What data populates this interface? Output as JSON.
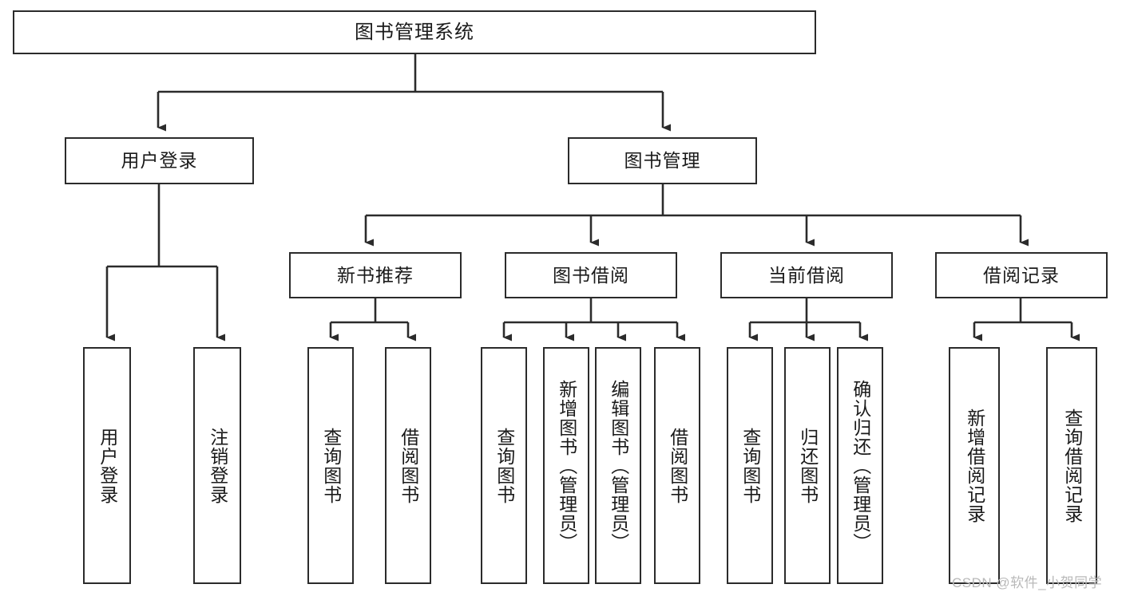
{
  "diagram": {
    "title": "图书管理系统",
    "type": "hierarchy-tree",
    "orientation": "top-down",
    "colors": {
      "box_border": "#2b2b2b",
      "box_fill": "#ffffff",
      "edge": "#2b2b2b",
      "watermark": "#b9b9b9",
      "background": "#ffffff"
    },
    "levels": [
      {
        "level": 1,
        "nodes": [
          {
            "id": "root",
            "label": "图书管理系统",
            "text_direction": "horizontal"
          }
        ]
      },
      {
        "level": 2,
        "nodes": [
          {
            "id": "user-login",
            "label": "用户登录",
            "text_direction": "horizontal",
            "parent": "root"
          },
          {
            "id": "book-manage",
            "label": "图书管理",
            "text_direction": "horizontal",
            "parent": "root"
          }
        ]
      },
      {
        "level": 3,
        "nodes": [
          {
            "id": "new-book-rec",
            "label": "新书推荐",
            "text_direction": "horizontal",
            "parent": "book-manage"
          },
          {
            "id": "book-borrow",
            "label": "图书借阅",
            "text_direction": "horizontal",
            "parent": "book-manage"
          },
          {
            "id": "current-borrow",
            "label": "当前借阅",
            "text_direction": "horizontal",
            "parent": "book-manage"
          },
          {
            "id": "borrow-record",
            "label": "借阅记录",
            "text_direction": "horizontal",
            "parent": "book-manage"
          }
        ]
      },
      {
        "level": 4,
        "nodes": [
          {
            "id": "leaf-1",
            "label": "用户登录",
            "text_direction": "vertical",
            "parent": "user-login"
          },
          {
            "id": "leaf-2",
            "label": "注销登录",
            "text_direction": "vertical",
            "parent": "user-login"
          },
          {
            "id": "leaf-3",
            "label": "查询图书",
            "text_direction": "vertical",
            "parent": "new-book-rec"
          },
          {
            "id": "leaf-4",
            "label": "借阅图书",
            "text_direction": "vertical",
            "parent": "new-book-rec"
          },
          {
            "id": "leaf-5",
            "label": "查询图书",
            "text_direction": "vertical",
            "parent": "book-borrow"
          },
          {
            "id": "leaf-6",
            "label": "新增图书（管理员）",
            "text_direction": "vertical",
            "parent": "book-borrow"
          },
          {
            "id": "leaf-7",
            "label": "编辑图书（管理员）",
            "text_direction": "vertical",
            "parent": "book-borrow"
          },
          {
            "id": "leaf-8",
            "label": "借阅图书",
            "text_direction": "vertical",
            "parent": "book-borrow"
          },
          {
            "id": "leaf-9",
            "label": "查询图书",
            "text_direction": "vertical",
            "parent": "current-borrow"
          },
          {
            "id": "leaf-10",
            "label": "归还图书",
            "text_direction": "vertical",
            "parent": "current-borrow"
          },
          {
            "id": "leaf-11",
            "label": "确认归还（管理员）",
            "text_direction": "vertical",
            "parent": "current-borrow"
          },
          {
            "id": "leaf-12",
            "label": "新增借阅记录",
            "text_direction": "vertical",
            "parent": "borrow-record"
          },
          {
            "id": "leaf-13",
            "label": "查询借阅记录",
            "text_direction": "vertical",
            "parent": "borrow-record"
          }
        ]
      }
    ]
  },
  "watermark": {
    "text": "CSDN @软件_小贺同学"
  }
}
